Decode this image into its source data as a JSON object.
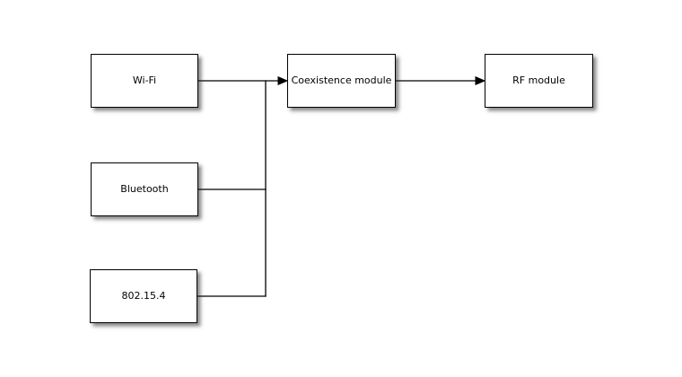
{
  "diagram": {
    "type": "block-diagram",
    "colors": {
      "background": "#ffffff",
      "box_fill": "#ffffff",
      "box_border": "#000000",
      "line_color": "#000000",
      "shadow_color": "#8c8c8c"
    },
    "nodes": {
      "wifi": {
        "label": "Wi-Fi"
      },
      "bluetooth": {
        "label": "Bluetooth"
      },
      "zigbee": {
        "label": "802.15.4"
      },
      "coexistence": {
        "label": "Coexistence module"
      },
      "rf": {
        "label": "RF module"
      }
    },
    "edges": [
      {
        "from": "Wi-Fi",
        "to": "Coexistence module",
        "arrow": true
      },
      {
        "from": "Bluetooth",
        "to": "Coexistence module",
        "arrow": true
      },
      {
        "from": "802.15.4",
        "to": "Coexistence module",
        "arrow": true
      },
      {
        "from": "Coexistence module",
        "to": "RF module",
        "arrow": true
      }
    ]
  }
}
